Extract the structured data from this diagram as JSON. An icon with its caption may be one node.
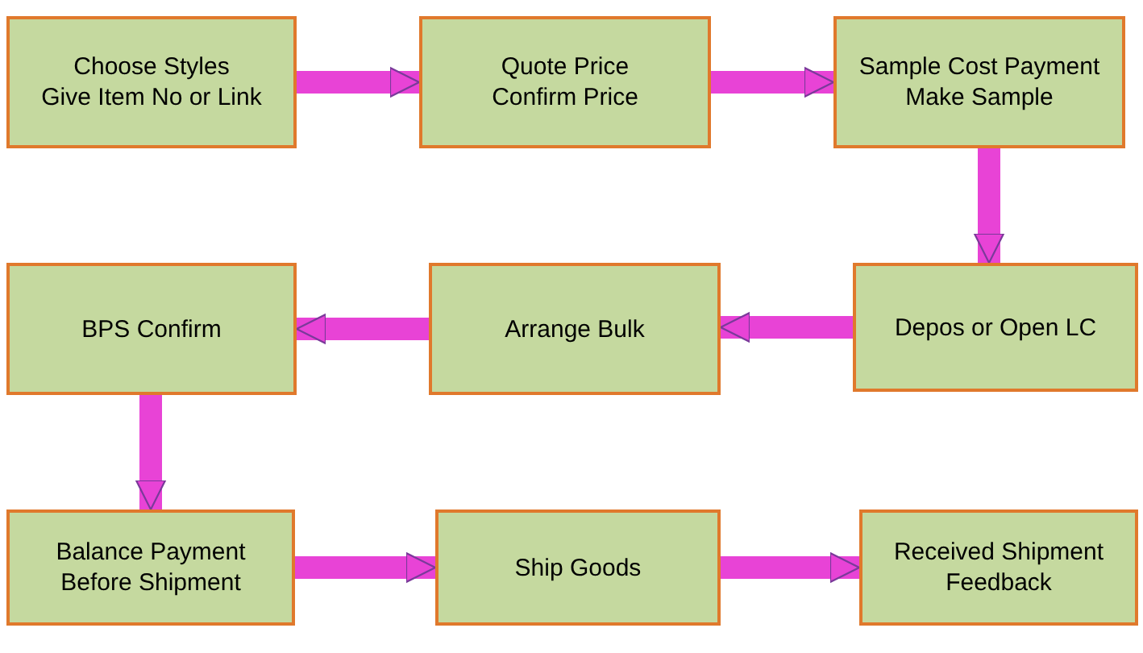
{
  "diagram": {
    "nodes": [
      {
        "text": [
          "Choose Styles",
          "Give Item No or Link"
        ]
      },
      {
        "text": [
          "Quote Price",
          "Confirm Price"
        ]
      },
      {
        "text": [
          "Sample Cost Payment",
          "Make Sample"
        ]
      },
      {
        "text": [
          "BPS Confirm"
        ]
      },
      {
        "text": [
          "Arrange Bulk"
        ]
      },
      {
        "text": [
          "Depos or Open LC"
        ]
      },
      {
        "text": [
          "Balance Payment",
          "Before Shipment"
        ]
      },
      {
        "text": [
          "Ship Goods"
        ]
      },
      {
        "text": [
          "Received Shipment",
          "Feedback"
        ]
      }
    ],
    "edges": [
      {
        "from": 0,
        "to": 1,
        "arrow": "to"
      },
      {
        "from": 1,
        "to": 2,
        "arrow": "to"
      },
      {
        "from": 2,
        "to": 5,
        "arrow": "to"
      },
      {
        "from": 5,
        "to": 4,
        "arrow": "to"
      },
      {
        "from": 4,
        "to": 3,
        "arrow": "to"
      },
      {
        "from": 3,
        "to": 6,
        "arrow": "to"
      },
      {
        "from": 6,
        "to": 7,
        "arrow": "to"
      },
      {
        "from": 7,
        "to": 8,
        "arrow": "to"
      }
    ]
  }
}
